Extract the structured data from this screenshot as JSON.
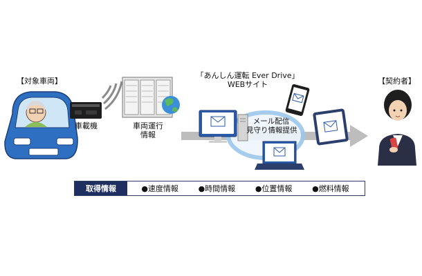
{
  "labels": {
    "target_vehicle": "【対象車両】",
    "onboard_device": "車載機",
    "vehicle_info_line1": "車両運行",
    "vehicle_info_line2": "情報",
    "service_line1": "「あんしん運転 Ever Drive」",
    "service_line2": "WEBサイト",
    "mail_line1": "メール配信",
    "mail_line2": "見守り情報提供",
    "contractor": "【契約者】"
  },
  "info_bar": {
    "header": "取得情報",
    "items": [
      "●速度情報",
      "●時間情報",
      "●位置情報",
      "●燃料情報"
    ]
  },
  "colors": {
    "car_blue": "#2e6fc2",
    "navy": "#1f2f5f",
    "arrow_gray": "#b8b8b8",
    "glow_blue": "#9cc6ec"
  }
}
